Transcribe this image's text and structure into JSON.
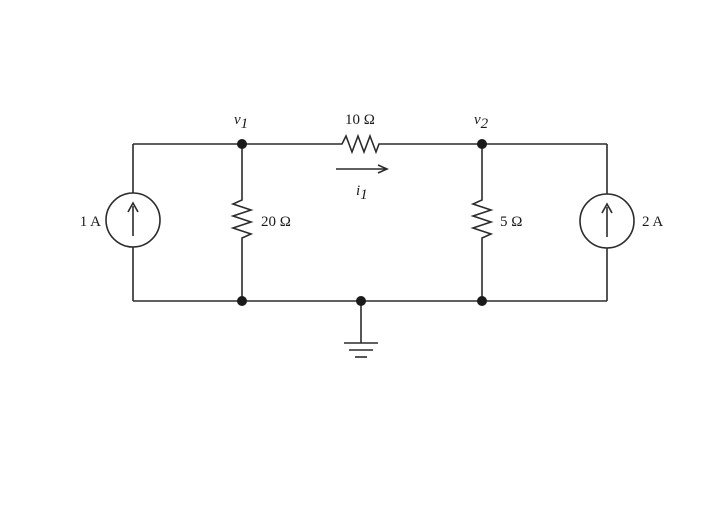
{
  "diagram": {
    "nodes": {
      "v1": {
        "symbol": "v",
        "subscript": "1"
      },
      "v2": {
        "symbol": "v",
        "subscript": "2"
      }
    },
    "resistors": {
      "r_series": {
        "label": "10 Ω"
      },
      "r_left": {
        "label": "20 Ω"
      },
      "r_right": {
        "label": "5 Ω"
      }
    },
    "current": {
      "symbol": "i",
      "subscript": "1"
    },
    "sources": {
      "left": {
        "label": "1 A"
      },
      "right": {
        "label": "2 A"
      }
    }
  }
}
